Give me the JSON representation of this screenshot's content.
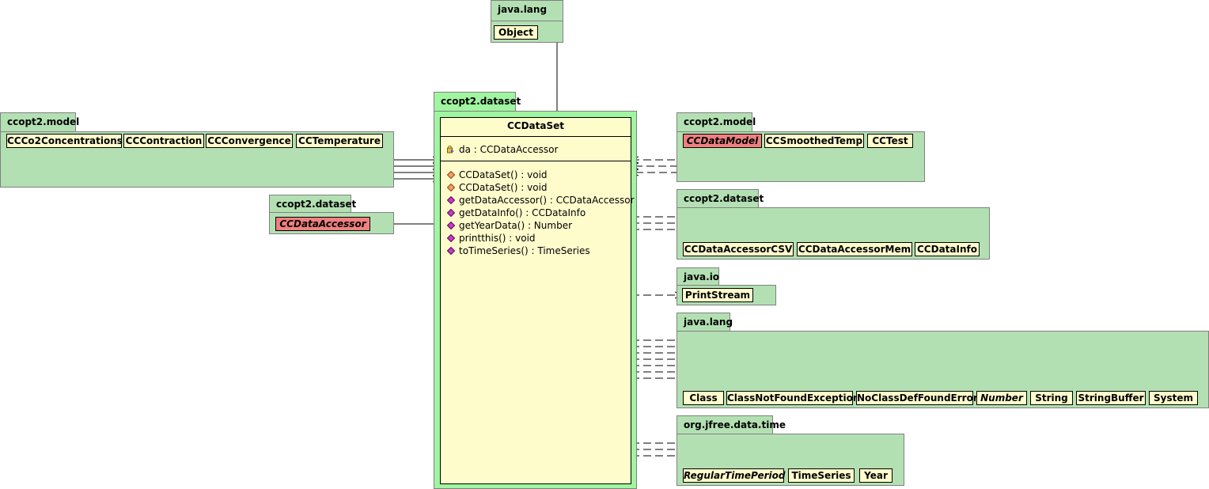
{
  "packages": [
    {
      "id": "java-lang-top",
      "name": "java.lang",
      "classes": [
        {
          "name": "Object",
          "style": "normal"
        }
      ]
    },
    {
      "id": "ccopt2-dataset-main",
      "name": "ccopt2.dataset"
    },
    {
      "id": "ccopt2-model-left",
      "name": "ccopt2.model",
      "classes": [
        {
          "name": "CCCo2Concentrations",
          "style": "normal"
        },
        {
          "name": "CCContraction",
          "style": "normal"
        },
        {
          "name": "CCConvergence",
          "style": "normal"
        },
        {
          "name": "CCTemperature",
          "style": "normal"
        }
      ]
    },
    {
      "id": "ccopt2-dataset-left",
      "name": "ccopt2.dataset",
      "classes": [
        {
          "name": "CCDataAccessor",
          "style": "interface"
        }
      ]
    },
    {
      "id": "ccopt2-model-right",
      "name": "ccopt2.model",
      "classes": [
        {
          "name": "CCDataModel",
          "style": "interface"
        },
        {
          "name": "CCSmoothedTemp",
          "style": "normal"
        },
        {
          "name": "CCTest",
          "style": "normal"
        }
      ]
    },
    {
      "id": "ccopt2-dataset-right",
      "name": "ccopt2.dataset",
      "classes": [
        {
          "name": "CCDataAccessorCSV",
          "style": "normal"
        },
        {
          "name": "CCDataAccessorMem",
          "style": "normal"
        },
        {
          "name": "CCDataInfo",
          "style": "normal"
        }
      ]
    },
    {
      "id": "java-io",
      "name": "java.io",
      "classes": [
        {
          "name": "PrintStream",
          "style": "normal"
        }
      ]
    },
    {
      "id": "java-lang-right",
      "name": "java.lang",
      "classes": [
        {
          "name": "Class",
          "style": "normal"
        },
        {
          "name": "ClassNotFoundException",
          "style": "normal"
        },
        {
          "name": "NoClassDefFoundError",
          "style": "normal"
        },
        {
          "name": "Number",
          "style": "abstract"
        },
        {
          "name": "String",
          "style": "normal"
        },
        {
          "name": "StringBuffer",
          "style": "normal"
        },
        {
          "name": "System",
          "style": "normal"
        }
      ]
    },
    {
      "id": "jfree-time",
      "name": "org.jfree.data.time",
      "classes": [
        {
          "name": "RegularTimePeriod",
          "style": "abstract"
        },
        {
          "name": "TimeSeries",
          "style": "normal"
        },
        {
          "name": "Year",
          "style": "normal"
        }
      ]
    }
  ],
  "main_class": {
    "name": "CCDataSet",
    "fields": [
      {
        "text": "da : CCDataAccessor",
        "icon": "private-field-icon"
      }
    ],
    "methods": [
      {
        "text": "CCDataSet() : void",
        "icon": "constructor-icon"
      },
      {
        "text": "CCDataSet() : void",
        "icon": "constructor-icon"
      },
      {
        "text": "getDataAccessor() : CCDataAccessor",
        "icon": "public-method-icon"
      },
      {
        "text": "getDataInfo() : CCDataInfo",
        "icon": "public-method-icon"
      },
      {
        "text": "getYearData() : Number",
        "icon": "public-method-icon"
      },
      {
        "text": "printthis() : void",
        "icon": "public-method-icon"
      },
      {
        "text": "toTimeSeries() : TimeSeries",
        "icon": "public-method-icon"
      }
    ]
  },
  "colors": {
    "package": "#b3e0b3",
    "package_main": "#a0f5a0",
    "class": "#fffccc",
    "interface_highlight": "#f08080"
  }
}
